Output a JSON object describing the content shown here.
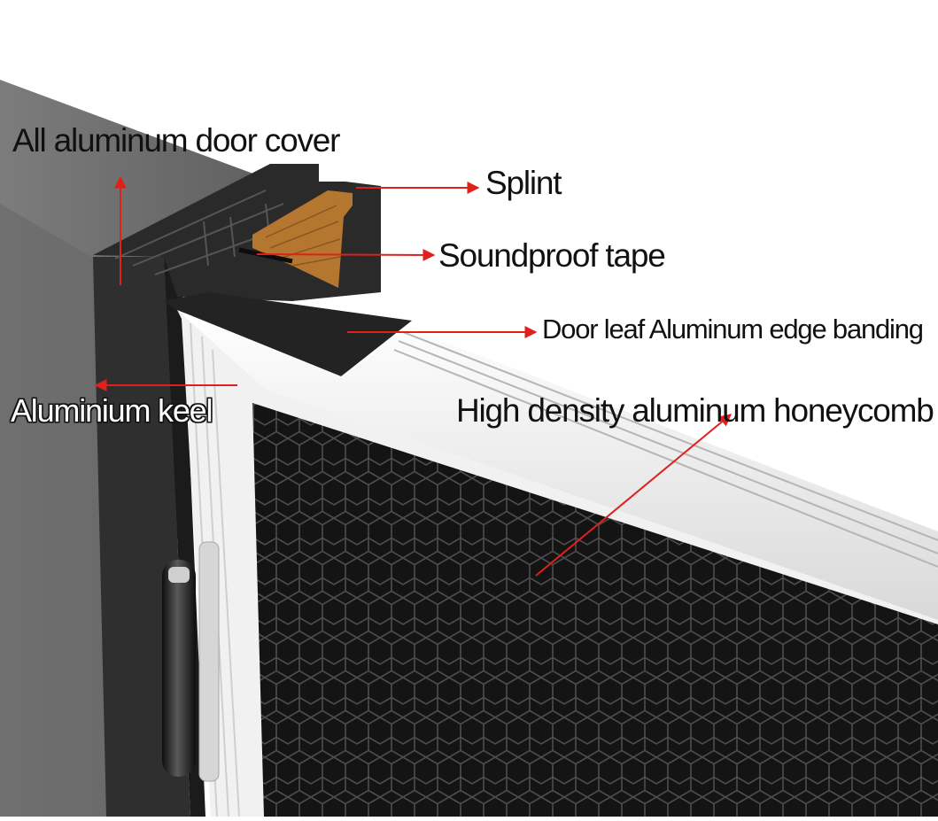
{
  "labels": {
    "door_cover": "All aluminum door cover",
    "splint": "Splint",
    "soundproof_tape": "Soundproof tape",
    "edge_banding": "Door leaf Aluminum edge banding",
    "keel": "Aluminium keel",
    "honeycomb": "High density aluminum honeycomb"
  },
  "colors": {
    "arrow": "#e0201b",
    "frame": "#2a2a2a",
    "wall": "#6f6f6f",
    "wood": "#b5772f",
    "honeycomb": "#1a1a1a"
  }
}
